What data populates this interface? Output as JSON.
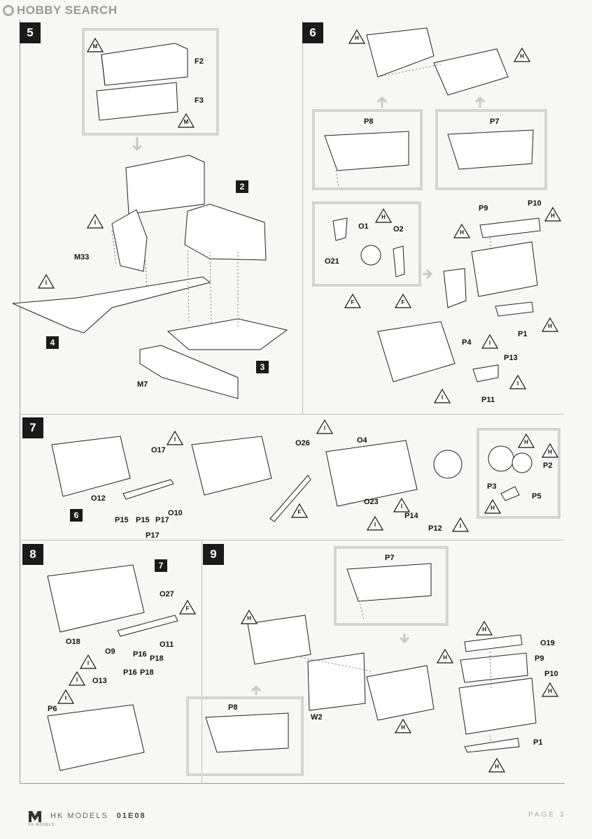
{
  "watermark": {
    "text": "HOBBY SEARCH"
  },
  "steps": [
    "5",
    "6",
    "7",
    "8",
    "9"
  ],
  "refs": {
    "r2": "2",
    "r3": "3",
    "r4": "4",
    "r6": "6",
    "r7": "7"
  },
  "symbols": {
    "m": "M",
    "i": "I",
    "h": "H",
    "f": "F"
  },
  "parts": {
    "F2": "F2",
    "F3": "F3",
    "M33": "M33",
    "M7": "M7",
    "P8": "P8",
    "P7": "P7",
    "P9": "P9",
    "P10": "P10",
    "O1": "O1",
    "O2": "O2",
    "O21": "O21",
    "P1": "P1",
    "P4": "P4",
    "P13": "P13",
    "P11": "P11",
    "O17": "O17",
    "O12": "O12",
    "O10": "O10",
    "P15": "P15",
    "P17": "P17",
    "O26": "O26",
    "O4": "O4",
    "O23": "O23",
    "P14": "P14",
    "P12": "P12",
    "P2": "P2",
    "P3": "P3",
    "P5": "P5",
    "O27": "O27",
    "O18": "O18",
    "O9": "O9",
    "O11": "O11",
    "P16": "P16",
    "P18": "P18",
    "O13": "O13",
    "P6": "P6",
    "O19": "O19",
    "W2": "W2"
  },
  "footer": {
    "brand": "HK MODELS",
    "code": "01E08",
    "page": "PAGE 3",
    "sub": "HK MODELS"
  }
}
